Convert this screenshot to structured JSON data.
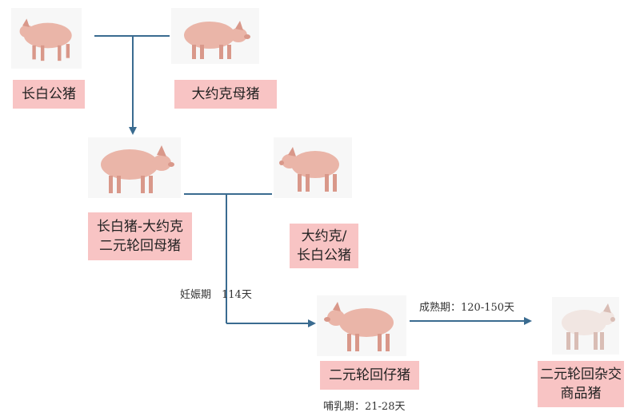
{
  "colors": {
    "connector": "#3a6b90",
    "label_bg": "#f8c4c4",
    "pig_pink": "#eab5a8",
    "pig_shade": "#d9988a",
    "pig_white": "#f1e6e2"
  },
  "icons": [
    "pig-photo"
  ],
  "nodes": {
    "landrace_boar": "长白公猪",
    "yorkshire_sow": "大约克母猪",
    "f1_sow": "长白猪-大约克\n二元轮回母猪",
    "yl_boar": "大约克/\n长白公猪",
    "piglet": "二元轮回仔猪",
    "commercial": "二元轮回杂交\n商品猪"
  },
  "notes": {
    "gestation": "妊娠期　114天",
    "finishing": "成熟期：120-150天",
    "lactation": "哺乳期：21-28天"
  }
}
